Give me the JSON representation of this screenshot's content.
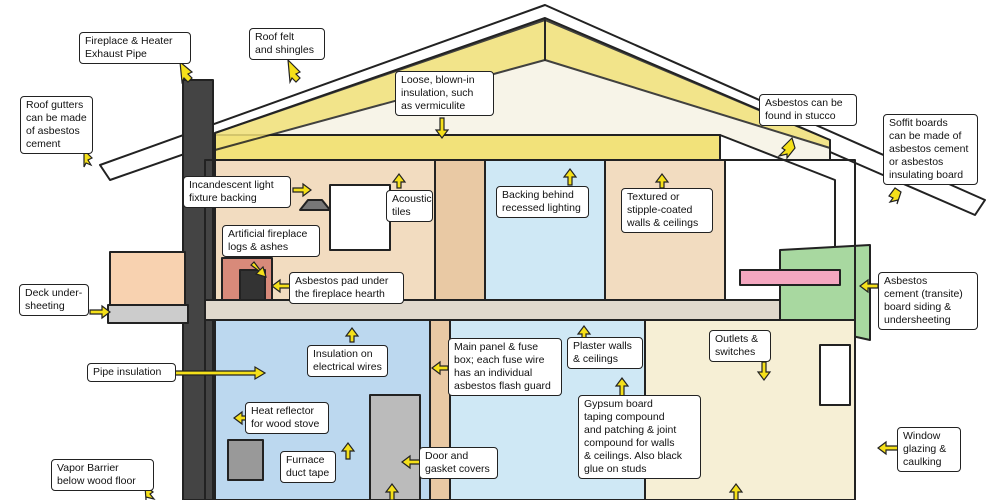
{
  "labels": {
    "fireplace_exhaust": "Fireplace & Heater\nExhaust Pipe",
    "roof_felt": "Roof felt\nand shingles",
    "loose_fill": "Loose, blown-in\ninsulation, such\nas vermiculite",
    "stucco": "Asbestos can be\nfound in stucco",
    "soffit": "Soffit boards\ncan be made of\nasbestos cement\nor asbestos\ninsulating board",
    "gutters": "Roof gutters\ncan be made\nof asbestos\ncement",
    "light_fixture": "Incandescent light\nfixture backing",
    "acoustic_tiles": "Acoustic\ntiles",
    "recessed_lighting": "Backing behind\nrecessed lighting",
    "textured_walls": "Textured or\nstipple-coated\nwalls & ceilings",
    "fireplace_logs": "Artificial fireplace\nlogs & ashes",
    "hearth_pad": "Asbestos pad under\nthe fireplace hearth",
    "deck": "Deck under-\nsheeting",
    "siding": "Asbestos\ncement (transite)\nboard siding &\nundersheeting",
    "electrical_wires": "Insulation on\nelectrical wires",
    "fuse_box": "Main panel & fuse\nbox; each fuse wire\nhas an individual\nasbestos flash guard",
    "plaster": "Plaster walls\n& ceilings",
    "outlets": "Outlets &\nswitches",
    "pipe_insulation": "Pipe insulation",
    "heat_reflector": "Heat reflector\nfor wood stove",
    "gypsum": "Gypsum board\ntaping compound\nand patching & joint\ncompound for walls\n& ceilings. Also black\nglue on studs",
    "window_glazing": "Window\nglazing &\ncaulking",
    "furnace_tape": "Furnace\nduct tape",
    "door_gaskets": "Door and\ngasket covers",
    "vapor_barrier": "Vapor Barrier\nbelow wood floor"
  },
  "colors": {
    "outline": "#222222",
    "arrow": "#f5e01a",
    "insulation": "#f2e27a",
    "wall_beige": "#f2dcc0",
    "basement_blue": "#bcd8ef",
    "bathroom_blue": "#cfe8f5",
    "kitchen_cream": "#f6efd5",
    "siding_green": "#a8d8a0",
    "brick": "#d88a7a",
    "pink": "#f4a7c0"
  }
}
